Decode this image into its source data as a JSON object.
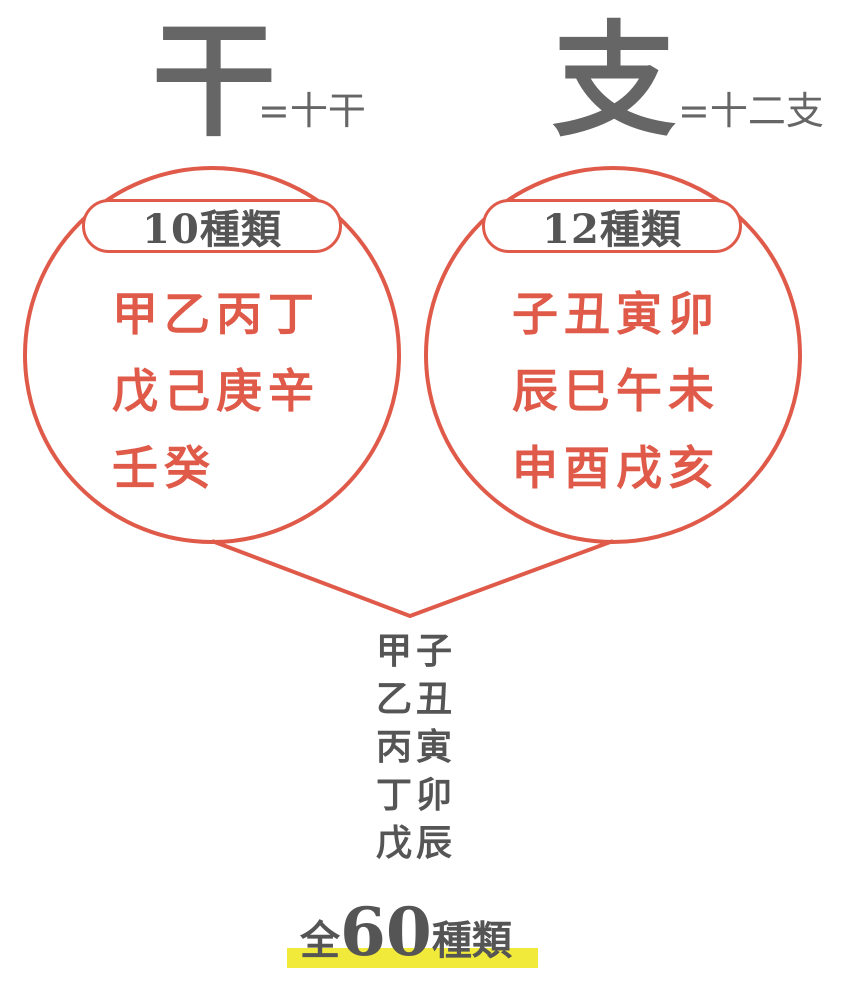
{
  "left": {
    "char": "干",
    "equals": "=十干",
    "count_label": "10種類",
    "rows": [
      "甲乙丙丁",
      "戊己庚辛",
      "壬癸"
    ]
  },
  "right": {
    "char": "支",
    "equals": "=十二支",
    "count_label": "12種類",
    "rows": [
      "子丑寅卯",
      "辰巳午未",
      "申酉戌亥"
    ]
  },
  "combinations": [
    "甲子",
    "乙丑",
    "丙寅",
    "丁卯",
    "戊辰"
  ],
  "total": {
    "prefix": "全",
    "number": "60",
    "suffix": "種類"
  },
  "colors": {
    "accent": "#e05a4a",
    "text_gray": "#666666",
    "highlight": "#f1ea3a"
  }
}
